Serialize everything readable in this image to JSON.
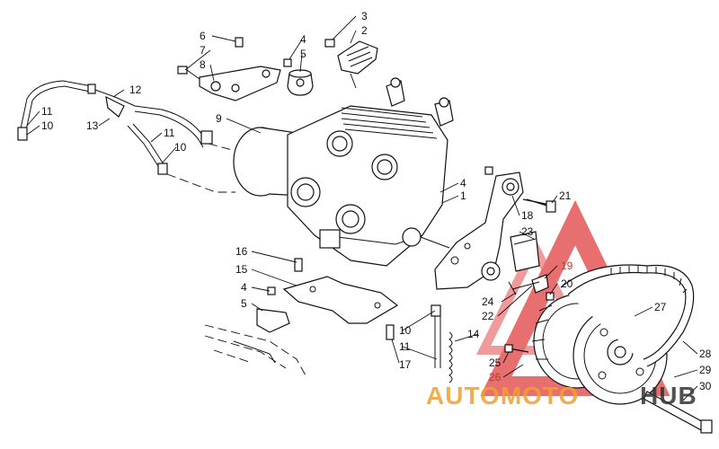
{
  "callouts": {
    "c1": "1",
    "c2": "2",
    "c3": "3",
    "c4a": "4",
    "c4b": "4",
    "c4c": "4",
    "c5a": "5",
    "c5b": "5",
    "c6": "6",
    "c7": "7",
    "c8": "8",
    "c9": "9",
    "c10a": "10",
    "c10b": "10",
    "c10c": "10",
    "c11a": "11",
    "c11b": "11",
    "c11c": "11",
    "c12": "12",
    "c13": "13",
    "c14": "14",
    "c15": "15",
    "c16": "16",
    "c17": "17",
    "c18": "18",
    "c19": "19",
    "c20": "20",
    "c21": "21",
    "c22": "22",
    "c23": "23",
    "c24": "24",
    "c25": "25",
    "c26": "26",
    "c27": "27",
    "c28": "28",
    "c29": "29",
    "c30": "30"
  },
  "watermark": {
    "left_text": "AUTOMOTO",
    "right_text": "HUB",
    "color_orange": "#f0a030",
    "color_red": "#e04040",
    "color_dark": "#333333"
  },
  "colors": {
    "ink": "#111111",
    "highlight": "#c0392b"
  }
}
